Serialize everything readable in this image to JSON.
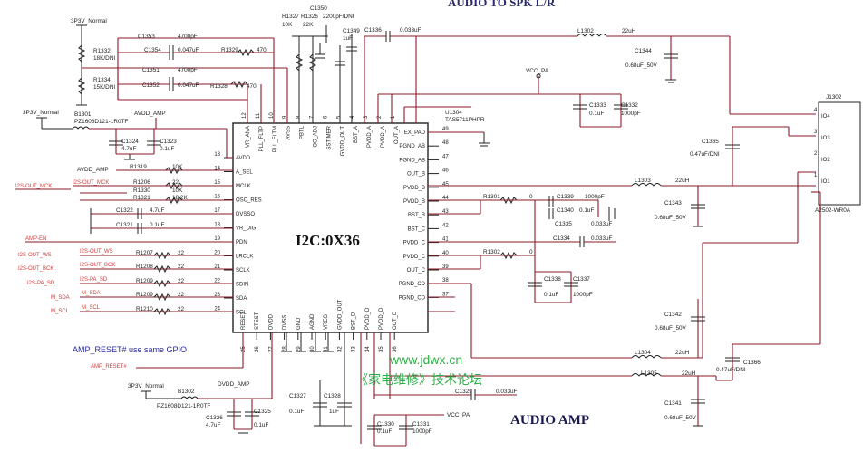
{
  "header_cut": "AUDIO TO SPK L/R",
  "block_title": "AUDIO AMP",
  "chip": {
    "addr": "I2C:0X36",
    "ref": "U1304",
    "part": "TAS5711PHPR"
  },
  "connector": {
    "ref": "J1302",
    "part": "A2502-WR0A",
    "pins": [
      {
        "num": "4",
        "name": "IO4"
      },
      {
        "num": "3",
        "name": "IO3"
      },
      {
        "num": "2",
        "name": "IO2"
      },
      {
        "num": "1",
        "name": "IO1"
      }
    ]
  },
  "watermark": {
    "url": "www.jdwx.cn",
    "forum": "《家电维修》技术论坛"
  },
  "reset_note": "AMP_RESET# use same GPIO",
  "nets": {
    "p3v3_top": "3P3V_Normal",
    "p3v3_left": "3P3V_Normal",
    "p3v3_bot": "3P3V_Normal",
    "avdd_amp": "AVDD_AMP",
    "avdd_amp2": "AVDD_AMP",
    "dvdd_amp": "DVDD_AMP",
    "vcc_pa_top": "VCC_PA",
    "vcc_pa_bot": "VCC_PA",
    "i2s_mck_out": "I2S-OUT_MCK",
    "i2s_mck_in": "I2S-OUT_MCK",
    "i2s_ws_out": "I2S-OUT_WS",
    "i2s_ws_in": "I2S-OUT_WS",
    "i2s_bck_out": "I2S-OUT_BCK",
    "i2s_bck_in": "I2S-OUT_BCK",
    "i2s_sd_out": "I2S-PA_SD",
    "i2s_sd_in": "I2S-PA_SD",
    "m_sda_out": "M_SDA",
    "m_sda_in": "M_SDA",
    "m_scl_out": "M_SCL",
    "m_scl_in": "M_SCL",
    "amp_en": "AMP-EN",
    "amp_reset": "AMP_RESET#"
  },
  "left_pins": [
    {
      "num": "13",
      "name": "AVDD"
    },
    {
      "num": "14",
      "name": "A_SEL"
    },
    {
      "num": "15",
      "name": "MCLK"
    },
    {
      "num": "16",
      "name": "OSC_RES"
    },
    {
      "num": "17",
      "name": "DVSSO"
    },
    {
      "num": "18",
      "name": "VR_DIG"
    },
    {
      "num": "19",
      "name": "PDN"
    },
    {
      "num": "20",
      "name": "LRCLK"
    },
    {
      "num": "21",
      "name": "SCLK"
    },
    {
      "num": "22",
      "name": "SDIN"
    },
    {
      "num": "23",
      "name": "SDA"
    },
    {
      "num": "24",
      "name": "SCL"
    }
  ],
  "right_pins": [
    {
      "num": "49",
      "name": "EX_PAD"
    },
    {
      "num": "48",
      "name": "PGND_AB"
    },
    {
      "num": "47",
      "name": "PGND_AB"
    },
    {
      "num": "46",
      "name": "OUT_B"
    },
    {
      "num": "45",
      "name": "PVDD_B"
    },
    {
      "num": "44",
      "name": "PVDD_B"
    },
    {
      "num": "43",
      "name": "BST_B"
    },
    {
      "num": "42",
      "name": "BST_C"
    },
    {
      "num": "41",
      "name": "PVDD_C"
    },
    {
      "num": "40",
      "name": "PVDD_C"
    },
    {
      "num": "39",
      "name": "OUT_C"
    },
    {
      "num": "38",
      "name": "PGND_CD"
    },
    {
      "num": "37",
      "name": "PGND_CD"
    }
  ],
  "top_pins": [
    {
      "num": "12",
      "name": "VR_ANA"
    },
    {
      "num": "11",
      "name": "PLL_FLTP"
    },
    {
      "num": "10",
      "name": "PLL_FLTM"
    },
    {
      "num": "9",
      "name": "AVSS"
    },
    {
      "num": "8",
      "name": "PBTL"
    },
    {
      "num": "7",
      "name": "OC_ADJ"
    },
    {
      "num": "6",
      "name": "SSTIMER"
    },
    {
      "num": "5",
      "name": "GVDD_OUT"
    },
    {
      "num": "4",
      "name": "BST_A"
    },
    {
      "num": "3",
      "name": "PVDD_A"
    },
    {
      "num": "2",
      "name": "PVDD_A"
    },
    {
      "num": "1",
      "name": "OUT_A"
    }
  ],
  "bottom_pins": [
    {
      "num": "25",
      "name": "RESET"
    },
    {
      "num": "26",
      "name": "STEST"
    },
    {
      "num": "27",
      "name": "DVDD"
    },
    {
      "num": "28",
      "name": "DVSS"
    },
    {
      "num": "29",
      "name": "GND"
    },
    {
      "num": "30",
      "name": "AGND"
    },
    {
      "num": "31",
      "name": "VREG"
    },
    {
      "num": "32",
      "name": "GVDD_OUT"
    },
    {
      "num": "33",
      "name": "BST_D"
    },
    {
      "num": "34",
      "name": "PVDD_D"
    },
    {
      "num": "35",
      "name": "PVDD_D"
    },
    {
      "num": "36",
      "name": "OUT_D"
    }
  ],
  "parts": {
    "r1332": "R1332",
    "r1332v": "18K/DNI",
    "r1334": "R1334",
    "r1334v": "15K/DNI",
    "b1301": "B1301",
    "b1301v": "PZ1608D121-1R0TF",
    "b1302": "B1302",
    "b1302v": "PZ1608D121-1R0TF",
    "c1353": "C1353",
    "c1353v": "4700pF",
    "c1354": "C1354",
    "c1354v": "0.047uF",
    "r1329": "R1329",
    "r1329v": "470",
    "c1351": "C1351",
    "c1351v": "4700pF",
    "c1352": "C1352",
    "c1352v": "0.047uF",
    "r1328": "R1328",
    "r1328v": "470",
    "r1327": "R1327",
    "r1327v": "10K",
    "r1326": "R1326",
    "r1326v": "22K",
    "c1350": "C1350",
    "c1350v": "2200pF/DNI",
    "c1349": "C1349",
    "c1349v": "1uF",
    "c1336": "C1336",
    "c1336v": "0.033uF",
    "l1302": "L1302",
    "l1302v": "22uH",
    "c1344": "C1344",
    "c1344v": "0.68uF_50V",
    "c1333": "C1333",
    "c1333v": "0.1uF",
    "c1332": "C1332",
    "c1332v": "1000pF",
    "c1365": "C1365",
    "c1365v": "0.47uF/DNI",
    "l1303": "L1303",
    "l1303v": "22uH",
    "c1343": "C1343",
    "c1343v": "0.68uF_50V",
    "c1324": "C1324",
    "c1324v": "4.7uF",
    "c1323": "C1323",
    "c1323v": "0.1uF",
    "r1319": "R1319",
    "r1319v": "10K",
    "r1206": "R1206",
    "r1206v": "22",
    "r1330": "R1330",
    "r1330v": "10K",
    "r1321": "R1321",
    "r1321v": "18.2K",
    "c1322": "C1322",
    "c1322v": "4.7uF",
    "c1321": "C1321",
    "c1321v": "0.1uF",
    "r1207": "R1207",
    "r1207v": "22",
    "r1208": "R1208",
    "r1208v": "22",
    "r1209": "R1209",
    "r1209v": "22",
    "r1209b": "R1209",
    "r1209bv": "22",
    "r1210": "R1210",
    "r1210v": "22",
    "r1301": "R1301",
    "r1301v": "0",
    "c1339": "C1339",
    "c1339v": "1000pF",
    "c1340": "C1340",
    "c1340v": "0.1uF",
    "c1335": "C1335",
    "c1335v": "0.033uF",
    "c1334": "C1334",
    "c1334v": "0.033uF",
    "r1302": "R1302",
    "r1302v": "0",
    "c1338": "C1338",
    "c1338v": "0.1uF",
    "c1337": "C1337",
    "c1337v": "1000pF",
    "c1342": "C1342",
    "c1342v": "0.68uF_50V",
    "l1304": "L1304",
    "l1304v": "22uH",
    "c1366": "C1366",
    "c1366v": "0.47uF/DNI",
    "l1305": "L1305",
    "l1305v": "22uH",
    "c1341": "C1341",
    "c1341v": "0.68uF_50V",
    "c1326": "C1326",
    "c1326v": "4.7uF",
    "c1325": "C1325",
    "c1325v": "0.1uF",
    "c1327": "C1327",
    "c1327v": "0.1uF",
    "c1328": "C1328",
    "c1328v": "1uF",
    "c1329": "C1329",
    "c1329v": "0.033uF",
    "c1330": "C1330",
    "c1330v": "0.1uF",
    "c1331": "C1331",
    "c1331v": "1000pF"
  }
}
